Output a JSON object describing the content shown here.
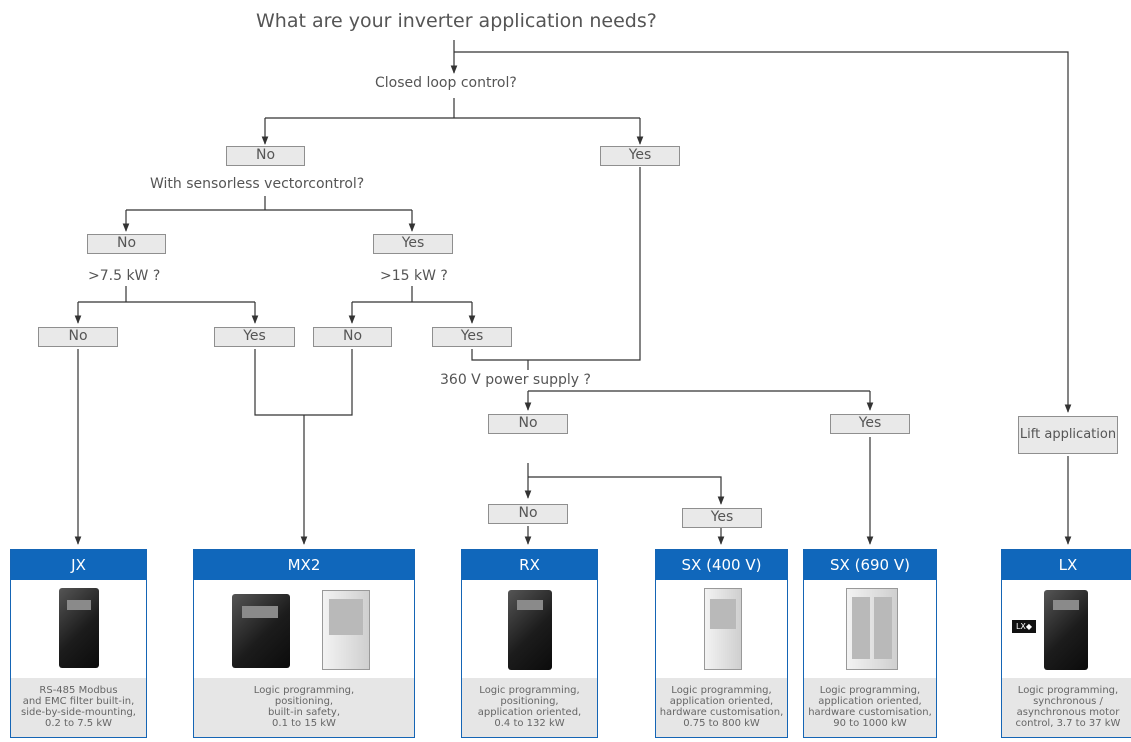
{
  "title": "What are your inverter application needs?",
  "questions": {
    "closed_loop": "Closed loop control?",
    "sensorless": "With sensorless vectorcontrol?",
    "kw75": ">7.5 kW ?",
    "kw15": ">15 kW ?",
    "power360": "360 V power supply ?"
  },
  "answers": {
    "no": "No",
    "yes": "Yes",
    "lift": "Lift application"
  },
  "products": [
    {
      "name": "JX",
      "desc": [
        "RS-485 Modbus",
        "and EMC filter built-in,",
        "side-by-side-mounting,",
        "0.2 to 7.5 kW"
      ]
    },
    {
      "name": "MX2",
      "desc": [
        "Logic programming,",
        "positioning,",
        "built-in safety,",
        "0.1 to 15 kW"
      ]
    },
    {
      "name": "RX",
      "desc": [
        "Logic programming,",
        "positioning,",
        "application oriented,",
        "0.4 to 132 kW"
      ]
    },
    {
      "name": "SX (400 V)",
      "desc": [
        "Logic programming,",
        "application oriented,",
        "hardware customisation,",
        "0.75 to 800 kW"
      ]
    },
    {
      "name": "SX (690 V)",
      "desc": [
        "Logic programming,",
        "application oriented,",
        "hardware customisation,",
        "90 to 1000 kW"
      ]
    },
    {
      "name": "LX",
      "desc": [
        "Logic programming,",
        "synchronous /",
        "asynchronous motor",
        "control, 3.7 to 37 kW"
      ],
      "badge": "LX"
    }
  ],
  "colors": {
    "header_blue": "#1067bb",
    "box_fill": "#e9e9e9",
    "line": "#333333"
  }
}
